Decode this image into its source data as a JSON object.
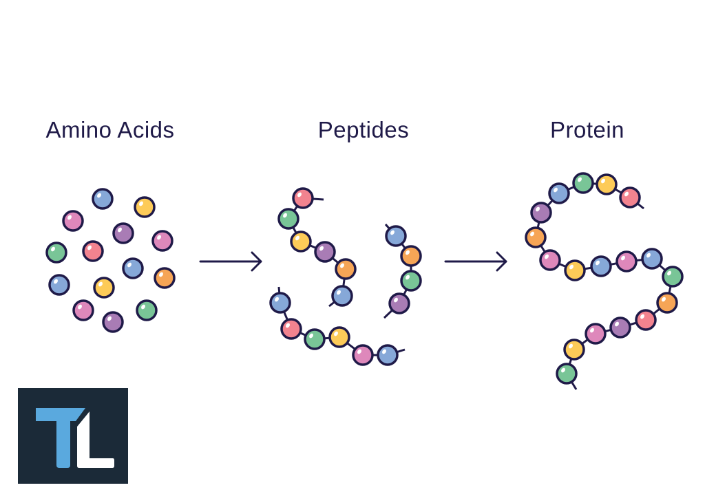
{
  "titles": {
    "amino_acids": "Amino Acids",
    "peptides": "Peptides",
    "protein": "Protein"
  },
  "logo": {
    "text": "TL",
    "colors": {
      "background": "#1b2a38",
      "t": "#5aa9de",
      "l": "#ffffff"
    }
  },
  "colors": {
    "outline": "#1f1a48",
    "blue": "#86a8d8",
    "yellow": "#fdcb58",
    "pink": "#de88bb",
    "purple": "#a97cb5",
    "green": "#79c597",
    "red": "#f2838f",
    "orange": "#f6a556"
  },
  "amino_acids": [
    "blue",
    "yellow",
    "pink",
    "purple",
    "pink",
    "green",
    "red",
    "blue",
    "orange",
    "blue",
    "yellow",
    "pink",
    "purple",
    "green"
  ],
  "peptides": [
    [
      "red",
      "green",
      "yellow",
      "purple",
      "orange",
      "blue"
    ],
    [
      "blue",
      "orange",
      "green",
      "purple"
    ],
    [
      "blue",
      "red",
      "green",
      "yellow",
      "pink",
      "blue"
    ]
  ],
  "protein": [
    "red",
    "yellow",
    "green",
    "blue",
    "purple",
    "orange",
    "pink",
    "yellow",
    "blue",
    "pink",
    "blue",
    "green",
    "orange",
    "red",
    "purple",
    "pink",
    "yellow",
    "green"
  ]
}
